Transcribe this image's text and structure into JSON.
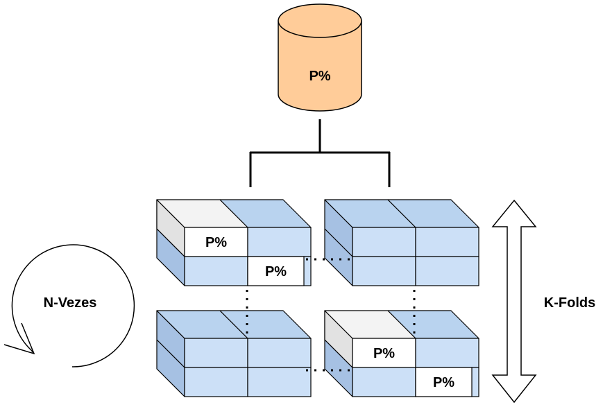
{
  "database": {
    "label": "P%",
    "fill": "#ffcc99"
  },
  "blocks": [
    {
      "name": "top-left",
      "top_label": "P%",
      "bottom_label": "P%"
    },
    {
      "name": "top-right"
    },
    {
      "name": "bottom-left"
    },
    {
      "name": "bottom-right",
      "top_label": "P%",
      "bottom_label": "P%"
    }
  ],
  "cycle": {
    "label": "N-Vezes"
  },
  "folds": {
    "label": "K-Folds"
  },
  "colors": {
    "cube_front": "#cce0f7",
    "cube_top": "#b9d3ef",
    "cube_side": "#a6c1e3",
    "highlight_front": "#ffffff",
    "highlight_top": "#f3f3f3",
    "highlight_side": "#e2e2e2",
    "stroke": "#000000"
  }
}
